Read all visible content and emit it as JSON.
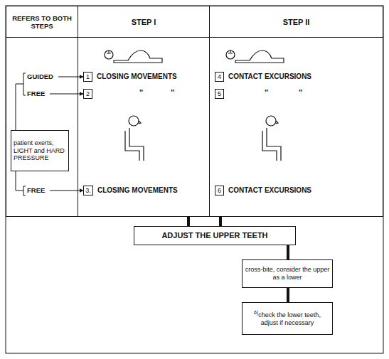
{
  "diagram": {
    "nodes": [
      {
        "text": [
          "REFERS TO BOTH STEPS"
        ]
      },
      {
        "text": [
          "STEP I"
        ]
      },
      {
        "text": [
          "STEP II"
        ]
      },
      {
        "text": [
          "patient exerts, LIGHT and HARD PRESSURE"
        ],
        "in": 0
      },
      {
        "text": [
          "1"
        ],
        "in": 1
      },
      {
        "text": [
          "2"
        ],
        "in": 1
      },
      {
        "text": [
          "3."
        ],
        "in": 1
      },
      {
        "text": [
          "4"
        ],
        "in": 2
      },
      {
        "text": [
          "5"
        ],
        "in": 2
      },
      {
        "text": [
          "6"
        ],
        "in": 2
      },
      {
        "text": [
          "ADJUST THE UPPER TEETH"
        ]
      },
      {
        "text": [
          "cross-bite, consider the upper as a lower"
        ]
      },
      {
        "text": [
          "6)",
          "check the lower teeth, adjust if necessary"
        ]
      }
    ],
    "edges": [
      {
        "from": 1,
        "to": 10,
        "arrow": "none"
      },
      {
        "from": 2,
        "to": 10,
        "arrow": "none"
      },
      {
        "from": 10,
        "to": 11,
        "arrow": "none"
      },
      {
        "from": 11,
        "to": 12,
        "arrow": "none"
      }
    ],
    "labels": [
      "GUIDED",
      "FREE",
      "FREE",
      "CLOSING MOVEMENTS",
      "\"",
      "\"",
      "CLOSING MOVEMENTS",
      "CONTACT EXCURSIONS",
      "\"",
      "\"",
      "CONTACT EXCURSIONS"
    ]
  }
}
